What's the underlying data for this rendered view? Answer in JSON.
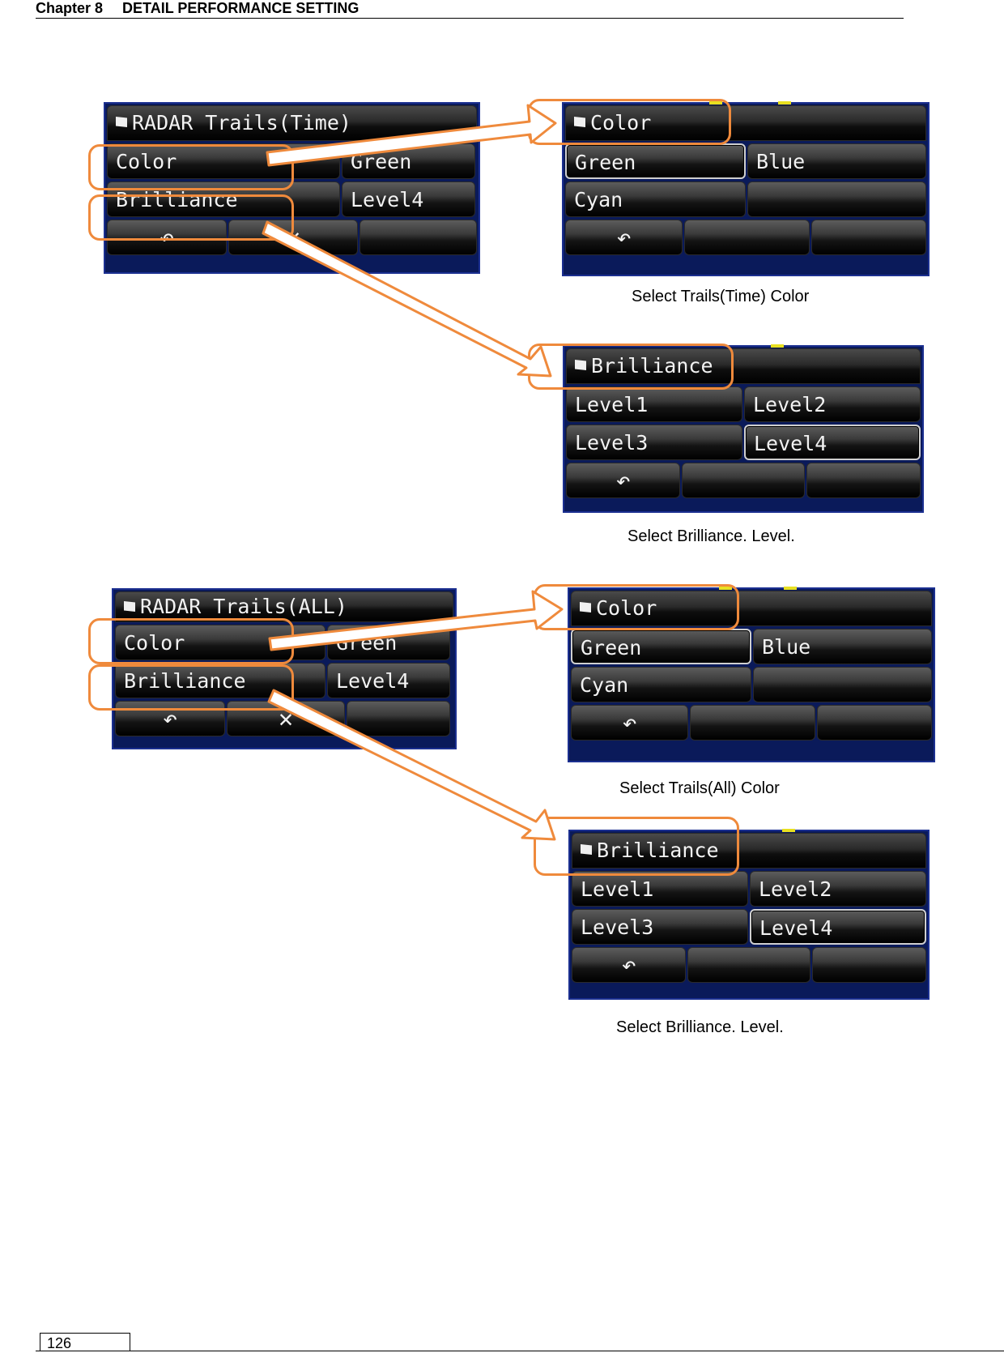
{
  "header": {
    "chapter": "Chapter 8",
    "title": "DETAIL PERFORMANCE SETTING"
  },
  "page_number": "126",
  "colors": {
    "highlight": "#ef8a3c",
    "panel_bg": "#0a1a5a",
    "button_text": "#f2f2f2"
  },
  "icons": {
    "back": "back-arrow-icon",
    "close": "close-x-icon",
    "title_marker": "flag-icon"
  },
  "section_time": {
    "menu": {
      "title": "RADAR Trails(Time)",
      "rows": [
        {
          "label": "Color",
          "value": "Green"
        },
        {
          "label": "Brilliance",
          "value": "Level4"
        }
      ],
      "back_glyph": "↶",
      "close_glyph": "✕"
    },
    "color_panel": {
      "title": "Color",
      "options": [
        "Green",
        "Blue",
        "Cyan",
        ""
      ],
      "selected": "Green",
      "back_glyph": "↶",
      "caption": "Select Trails(Time) Color"
    },
    "brilliance_panel": {
      "title": "Brilliance",
      "options": [
        "Level1",
        "Level2",
        "Level3",
        "Level4"
      ],
      "selected": "Level4",
      "back_glyph": "↶",
      "caption": "Select Brilliance. Level."
    }
  },
  "section_all": {
    "menu": {
      "title": "RADAR Trails(ALL)",
      "rows": [
        {
          "label": "Color",
          "value": "Green"
        },
        {
          "label": "Brilliance",
          "value": "Level4"
        }
      ],
      "back_glyph": "↶",
      "close_glyph": "✕"
    },
    "color_panel": {
      "title": "Color",
      "options": [
        "Green",
        "Blue",
        "Cyan",
        ""
      ],
      "selected": "Green",
      "back_glyph": "↶",
      "caption": "Select Trails(All) Color"
    },
    "brilliance_panel": {
      "title": "Brilliance",
      "options": [
        "Level1",
        "Level2",
        "Level3",
        "Level4"
      ],
      "selected": "Level4",
      "back_glyph": "↶",
      "caption": "Select Brilliance. Level."
    }
  }
}
